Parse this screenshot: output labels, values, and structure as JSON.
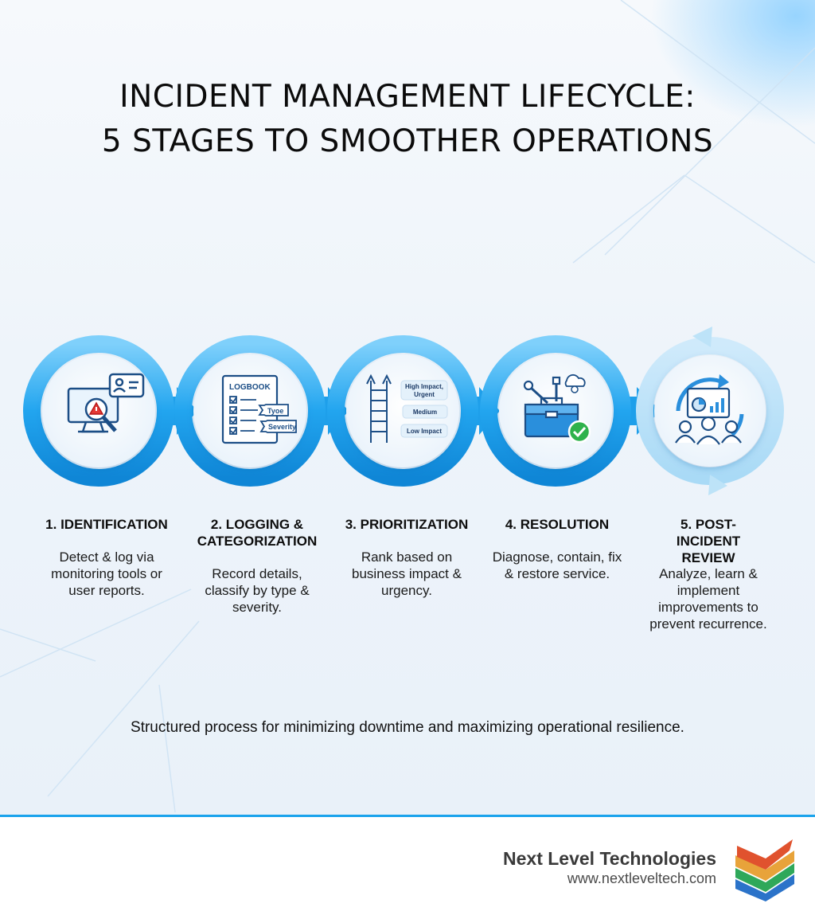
{
  "title_line1": "INCIDENT MANAGEMENT LIFECYCLE:",
  "title_line2": "5 STAGES TO SMOOTHER OPERATIONS",
  "stages": [
    {
      "title": "1. IDENTIFICATION",
      "description": "Detect & log via monitoring tools or user reports.",
      "icon": "monitor-alert-icon"
    },
    {
      "title": "2. LOGGING & CATEGORIZATION",
      "description": "Record details, classify by type & severity.",
      "icon": "logbook-icon",
      "icon_text": {
        "header": "LOGBOOK",
        "tag1": "Tyoe",
        "tag2": "Severity"
      }
    },
    {
      "title": "3. PRIORITIZATION",
      "description": "Rank based on business impact & urgency.",
      "icon": "priority-ladder-icon",
      "icon_text": {
        "level_high_1": "High Impact,",
        "level_high_2": "Urgent",
        "level_medium": "Medium",
        "level_low": "Low Impact"
      }
    },
    {
      "title": "4. RESOLUTION",
      "description": "Diagnose, contain, fix & restore service.",
      "icon": "toolbox-check-icon"
    },
    {
      "title": "5. POST-INCIDENT REVIEW",
      "description": "Analyze, learn & implement improvements to prevent recurrence.",
      "icon": "team-analytics-icon"
    }
  ],
  "tagline": "Structured process for minimizing downtime and maximizing operational resilience.",
  "footer": {
    "brand_name": "Next Level Technologies",
    "brand_url": "www.nextleveltech.com",
    "logo_icon": "stacked-chevron-logo-icon"
  },
  "colors": {
    "accent_blue": "#1aa3ec",
    "ring_blue": "#23a6ee",
    "alert_red": "#e53935",
    "check_green": "#2fb24c"
  }
}
